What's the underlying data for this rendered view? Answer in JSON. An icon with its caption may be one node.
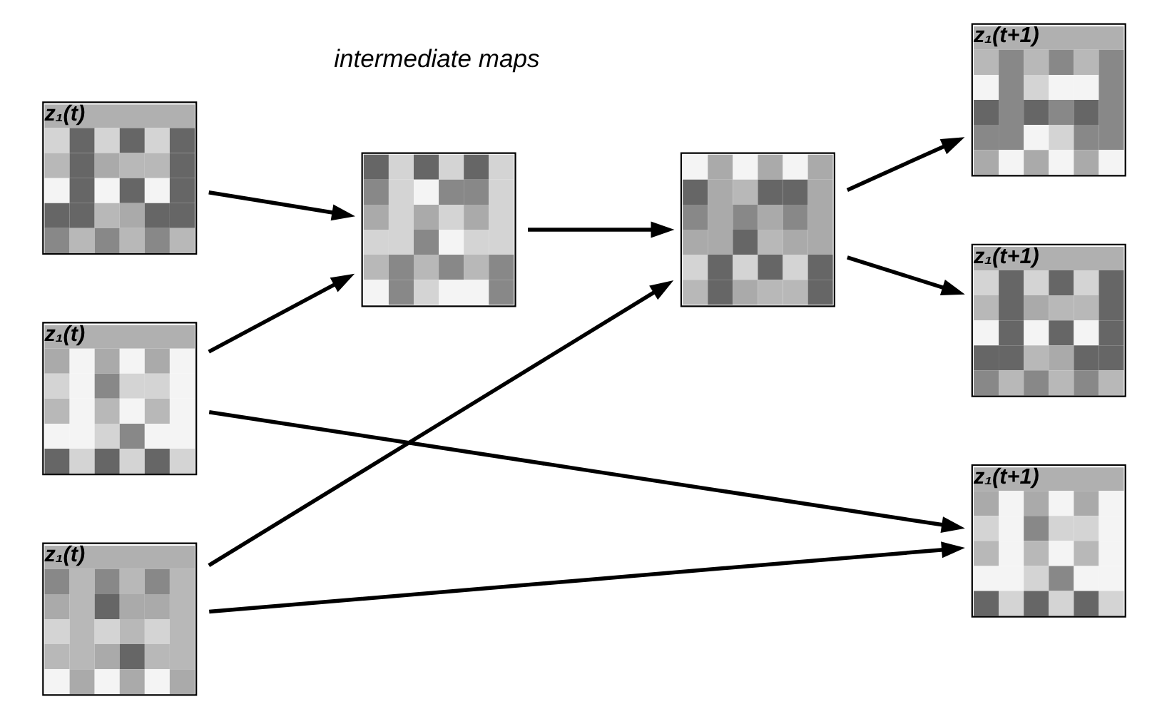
{
  "diagram": {
    "nodes": [
      {
        "text": [
          "z₁(t)"
        ]
      },
      {
        "text": [
          "z₁(t)"
        ]
      },
      {
        "text": [
          "z₁(t)"
        ]
      },
      {
        "text": [],
        "shape": "picture"
      },
      {
        "text": [],
        "shape": "picture"
      },
      {
        "text": [
          "z₁(t+1)"
        ]
      },
      {
        "text": [
          "z₁(t+1)"
        ]
      },
      {
        "text": [
          "z₁(t+1)"
        ]
      }
    ],
    "edges": [
      {
        "from": 0,
        "to": 3,
        "arrow": "to"
      },
      {
        "from": 1,
        "to": 3,
        "arrow": "to"
      },
      {
        "from": 3,
        "to": 4,
        "arrow": "to"
      },
      {
        "from": 2,
        "to": 4,
        "arrow": "to"
      },
      {
        "from": 4,
        "to": 5,
        "arrow": "to"
      },
      {
        "from": 4,
        "to": 6,
        "arrow": "to"
      },
      {
        "from": 1,
        "to": 7,
        "arrow": "to"
      },
      {
        "from": 2,
        "to": 7,
        "arrow": "to"
      }
    ],
    "labels": [
      "intermediate maps"
    ]
  }
}
